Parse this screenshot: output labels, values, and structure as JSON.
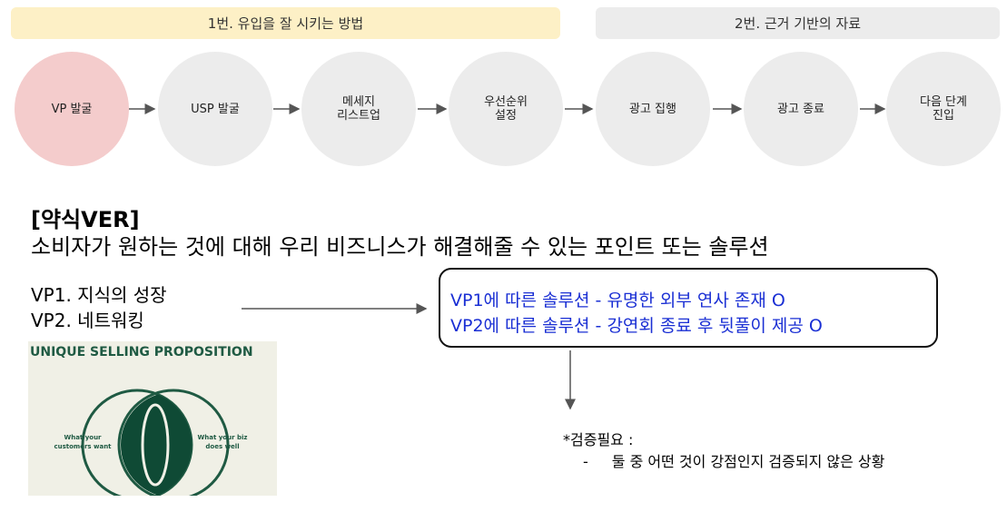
{
  "banners": {
    "left": "1번. 유입을 잘 시키는 방법",
    "right": "2번. 근거 기반의 자료"
  },
  "steps": [
    {
      "label": "VP 발굴",
      "active": true
    },
    {
      "label": "USP 발굴"
    },
    {
      "label": "메세지\n리스트업"
    },
    {
      "label": "우선순위\n설정"
    },
    {
      "label": "광고 집행"
    },
    {
      "label": "광고 종료"
    },
    {
      "label": "다음 단계\n진입"
    }
  ],
  "heading": {
    "title": "[약식VER]",
    "subtitle": "소비자가 원하는 것에 대해 우리 비즈니스가 해결해줄 수 있는 포인트 또는 솔루션"
  },
  "vp_list": [
    "VP1. 지식의 성장",
    "VP2. 네트워킹"
  ],
  "solutions": [
    "VP1에 따른 솔루션 - 유명한 외부 연사 존재 O",
    "VP2에 따른 솔루션 - 강연회 종료 후 뒷풀이 제공 O"
  ],
  "usp_image": {
    "title": "UNIQUE SELLING PROPOSITION",
    "left_label": "What your\ncustomers want",
    "right_label": "What your biz\ndoes well",
    "colors": {
      "ring": "#1f5a43",
      "overlap": "#0f4a35",
      "bg": "#f0f0e6"
    }
  },
  "note": {
    "title": "*검증필요 :",
    "bullet": "-",
    "item": "둘 중 어떤 것이 강점인지 검증되지 않은 상황"
  }
}
